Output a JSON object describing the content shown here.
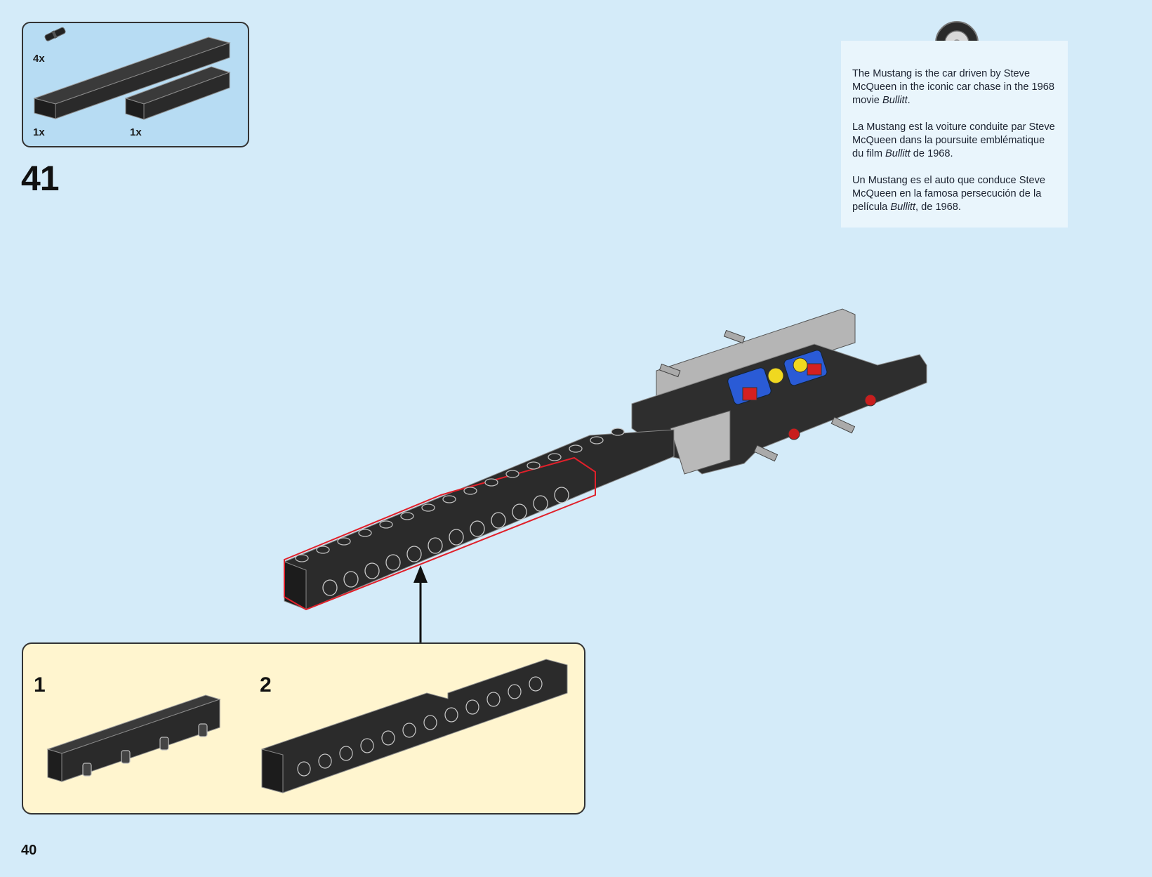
{
  "parts": [
    {
      "qty": "4x",
      "icon": "pin-icon"
    },
    {
      "qty": "1x",
      "icon": "beam-12-icon"
    },
    {
      "qty": "1x",
      "icon": "beam-8-icon"
    }
  ],
  "step": {
    "number": "41"
  },
  "info": {
    "en": {
      "before": "The Mustang is the car driven by Steve McQueen in the iconic car chase in the 1968 movie ",
      "title": "Bullitt",
      "after": "."
    },
    "fr": {
      "before": "La Mustang est la voiture conduite par Steve McQueen dans la poursuite emblématique du film ",
      "title": "Bullitt",
      "after": " de 1968."
    },
    "es": {
      "before": "Un Mustang es el auto que conduce Steve McQueen en la famosa persecución de la película ",
      "title": "Bullitt",
      "after": ", de 1968."
    }
  },
  "substeps": [
    {
      "number": "1"
    },
    {
      "number": "2"
    }
  ],
  "page": {
    "number": "40"
  },
  "colors": {
    "background": "#d4ebf9",
    "parts_box": "#b7dcf3",
    "substep_box": "#fff5cf",
    "info_box": "#e9f5fc",
    "brick_black": "#2b2b2b",
    "highlight": "#e0202a"
  }
}
